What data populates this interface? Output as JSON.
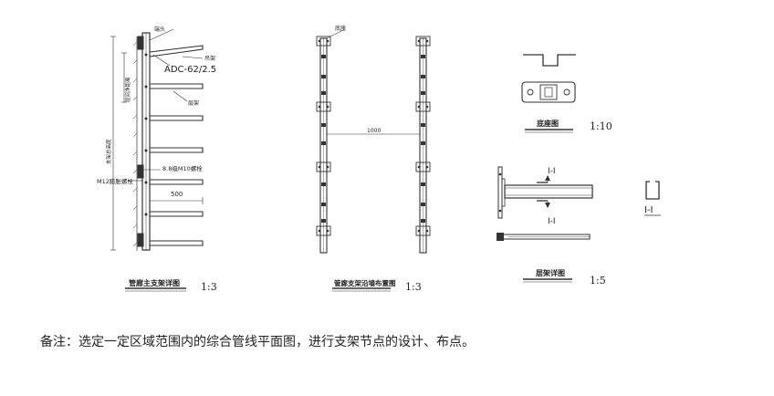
{
  "drawing1": {
    "top_label": "端头",
    "side_label_small": "吊架",
    "spec": "ADC-62/2.5",
    "layer_label": "层架",
    "vdim_upper": "层间净距离",
    "vdim_lower": "支架总高度",
    "bolt_label": "8.8级M10螺栓",
    "anchor_label": "M12膨胀螺栓",
    "width_dim": "500",
    "title": "管廊主支架详图",
    "scale": "1:3"
  },
  "drawing2": {
    "top_label": "底座",
    "spacing_dim": "1000",
    "title": "管廊支架沿墙布置图",
    "scale": "1:3"
  },
  "drawing3": {
    "title": "底座图",
    "scale": "1:10"
  },
  "drawing4": {
    "section_top": "I-I",
    "section_bottom": "I-I",
    "title": "层架详图",
    "scale": "1:5"
  },
  "drawing5": {
    "section_label": "I-I"
  },
  "note": "备注：选定一定区域范围内的综合管线平面图，进行支架节点的设计、布点。"
}
